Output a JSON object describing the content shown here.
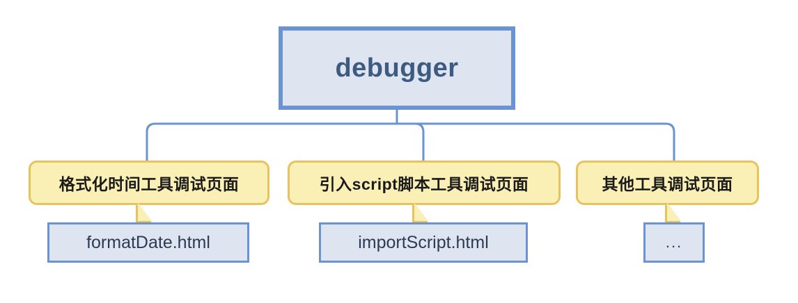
{
  "diagram": {
    "type": "tree",
    "title": "debugger",
    "root": {
      "label": "debugger",
      "fill": "#dee5f0",
      "border": "#6b93d0",
      "text_color": "#3d5a80"
    },
    "connector_color": "#6b93d0",
    "branches": [
      {
        "callout": "格式化时间工具调试页面",
        "leaf": "formatDate.html"
      },
      {
        "callout": "引入script脚本工具调试页面",
        "leaf": "importScript.html"
      },
      {
        "callout": "其他工具调试页面",
        "leaf": "..."
      }
    ],
    "callout_style": {
      "fill": "#faefb4",
      "border": "#e8c25a",
      "text_color": "#1a1a1a"
    },
    "leaf_style": {
      "fill": "#dee5f0",
      "border": "#6b93d0",
      "text_color": "#2b3a55"
    }
  }
}
